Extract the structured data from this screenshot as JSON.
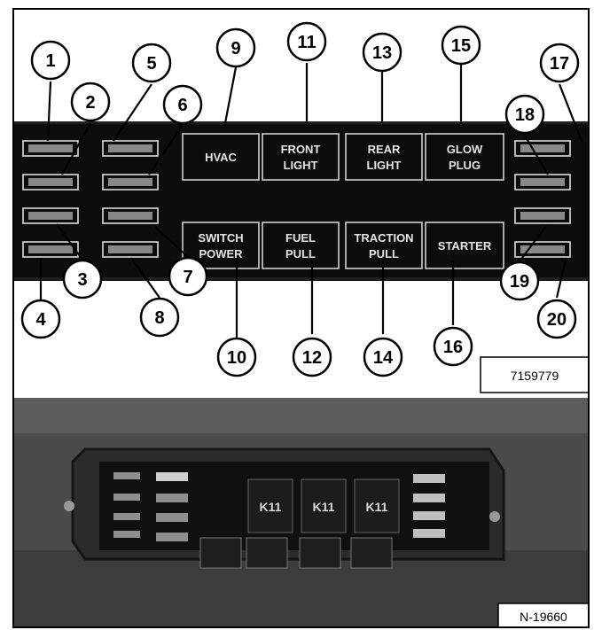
{
  "diagram": {
    "callouts": [
      "1",
      "2",
      "3",
      "4",
      "5",
      "6",
      "7",
      "8",
      "9",
      "10",
      "11",
      "12",
      "13",
      "14",
      "15",
      "16",
      "17",
      "18",
      "19",
      "20"
    ],
    "relays": [
      {
        "line1": "HVAC",
        "line2": ""
      },
      {
        "line1": "FRONT",
        "line2": "LIGHT"
      },
      {
        "line1": "REAR",
        "line2": "LIGHT"
      },
      {
        "line1": "GLOW",
        "line2": "PLUG"
      },
      {
        "line1": "SWITCH",
        "line2": "POWER"
      },
      {
        "line1": "FUEL",
        "line2": "PULL"
      },
      {
        "line1": "TRACTION",
        "line2": "PULL"
      },
      {
        "line1": "STARTER",
        "line2": ""
      }
    ],
    "part_number": "7159779"
  },
  "photo": {
    "code": "N-19660",
    "relay_label": "K11"
  },
  "colors": {
    "panel": "#0c0c0c",
    "outline": "#000000",
    "photo_bg": "#4b4b4b"
  }
}
